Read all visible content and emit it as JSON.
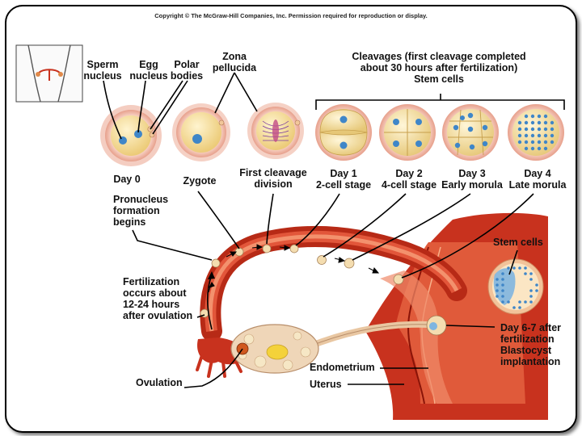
{
  "copyright": "Copyright © The McGraw-Hill Companies, Inc. Permission required for reproduction or display.",
  "colors": {
    "zona": "#f2b8a8",
    "cytoplasm": "#f7e1a6",
    "nucleus": "#3f86c8",
    "tube_wall": "#c8321e",
    "endometrium": "#e05a3a",
    "border": "#000000"
  },
  "labels": {
    "sperm_nucleus": [
      "Sperm",
      "nucleus"
    ],
    "egg_nucleus": [
      "Egg",
      "nucleus"
    ],
    "polar_bodies": [
      "Polar",
      "bodies"
    ],
    "zona_pellucida": [
      "Zona",
      "pellucida"
    ],
    "cleavages": [
      "Cleavages (first cleavage completed",
      "about 30 hours after fertilization)"
    ],
    "stem_cells_top": "Stem cells",
    "day0": "Day 0",
    "zygote": "Zygote",
    "first_cleavage": [
      "First cleavage",
      "division"
    ],
    "day1": [
      "Day 1",
      "2-cell stage"
    ],
    "day2": [
      "Day 2",
      "4-cell stage"
    ],
    "day3": [
      "Day 3",
      "Early morula"
    ],
    "day4": [
      "Day 4",
      "Late morula"
    ],
    "pronucleus": [
      "Pronucleus",
      "formation",
      "begins"
    ],
    "fertilization": [
      "Fertilization",
      "occurs about",
      "12-24 hours",
      "after ovulation"
    ],
    "ovulation": "Ovulation",
    "endometrium": "Endometrium",
    "uterus": "Uterus",
    "stem_cells_right": "Stem cells",
    "day67": [
      "Day 6-7 after",
      "fertilization",
      "Blastocyst",
      "implantation"
    ]
  }
}
